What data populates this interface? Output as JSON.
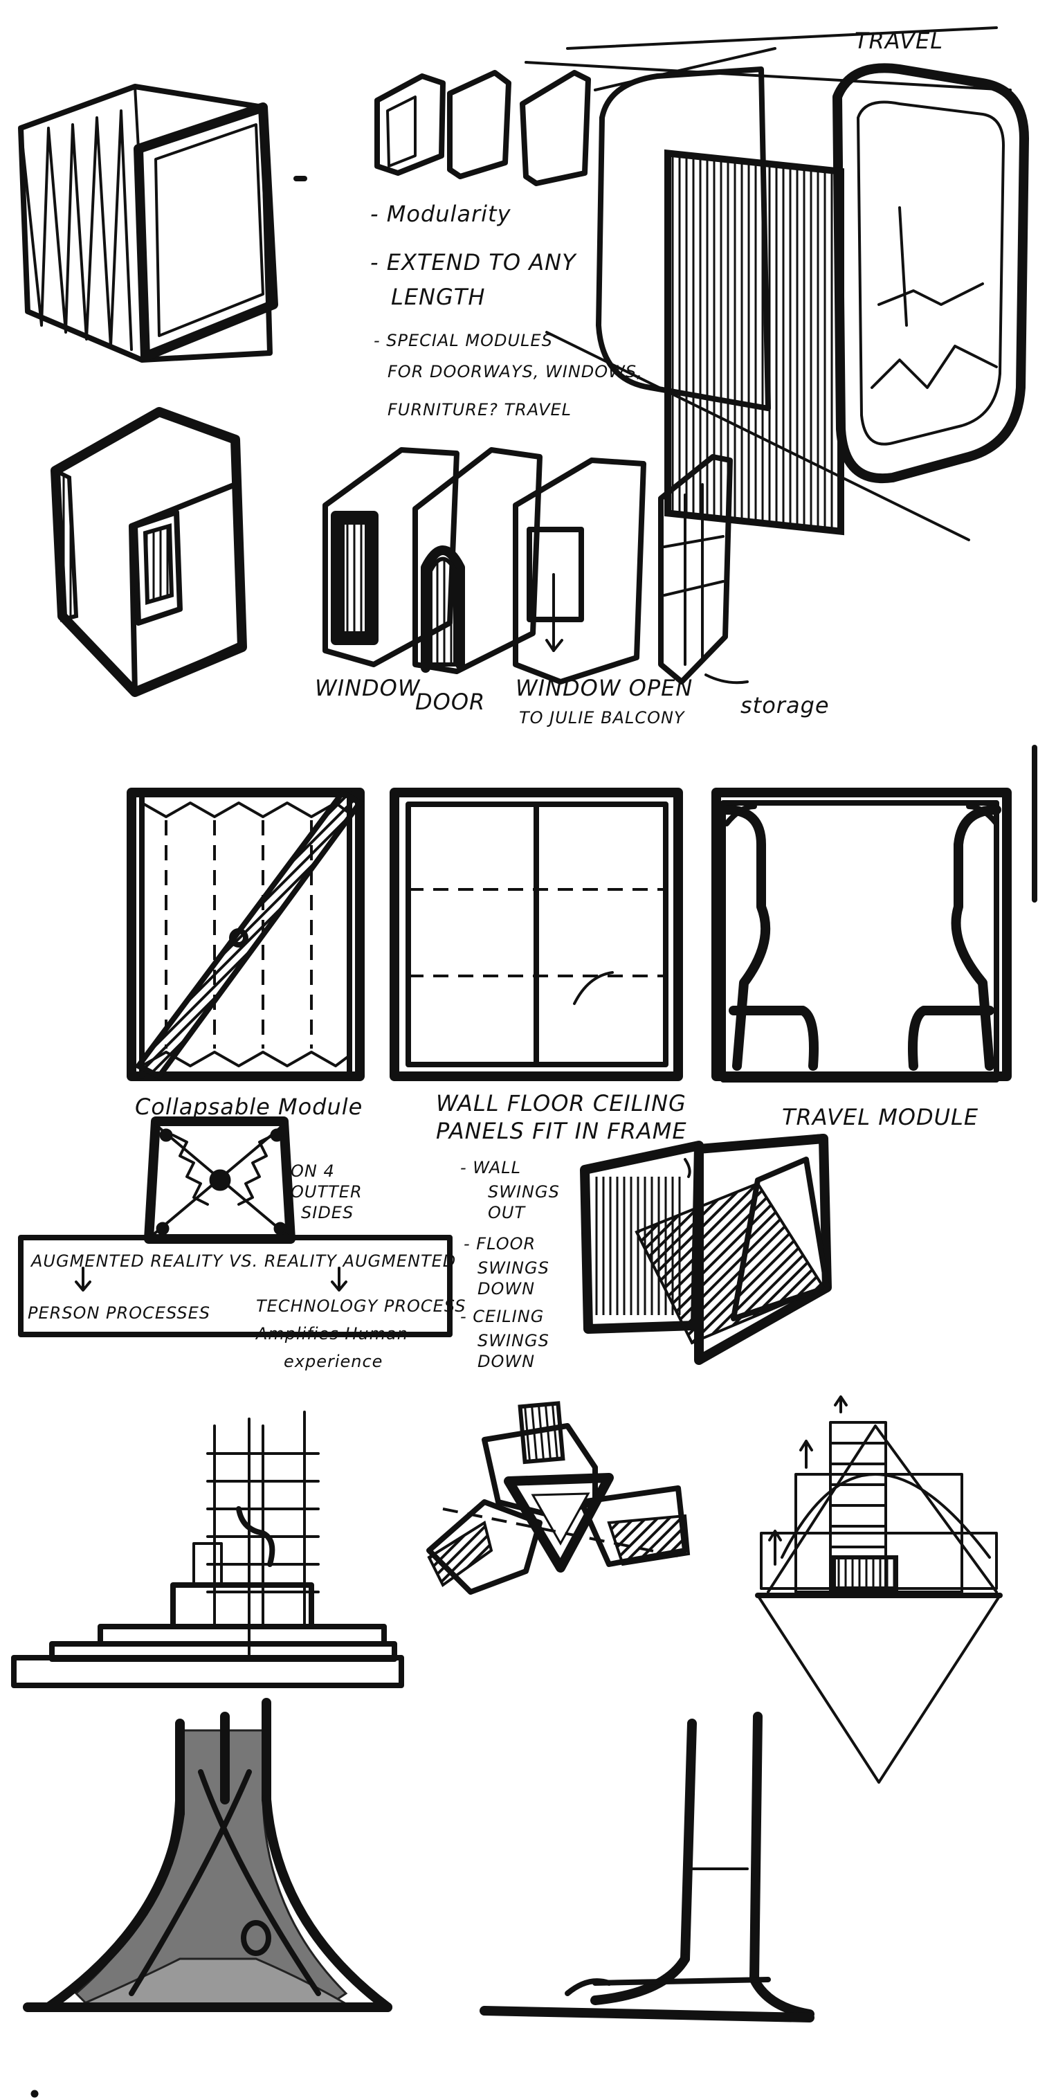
{
  "notes": {
    "travel_title": "TRAVEL",
    "modularity": "- Modularity",
    "extend_1": "- EXTEND TO ANY",
    "extend_2": "LENGTH",
    "special_1": "- SPECIAL MODULES",
    "special_2": "FOR DOORWAYS, WINDOWS,",
    "special_3": "FURNITURE? TRAVEL"
  },
  "module_labels": {
    "window": "WINDOW",
    "door": "DOOR",
    "window_open_1": "WINDOW OPEN",
    "window_open_2": "TO JULIE BALCONY",
    "storage": "storage"
  },
  "panel_labels": {
    "collapsable": "Collapsable Module",
    "wall_floor_1": "WALL FLOOR CEILING",
    "wall_floor_2": "PANELS FIT IN FRAME",
    "travel_module": "TRAVEL MODULE"
  },
  "hinge_note": {
    "line1": "ON 4",
    "line2": "OUTTER",
    "line3": "SIDES"
  },
  "swing_notes": {
    "wall_1": "- WALL",
    "wall_2": "SWINGS",
    "wall_3": "OUT",
    "floor_1": "- FLOOR",
    "floor_2": "SWINGS",
    "floor_3": "DOWN",
    "ceiling_1": "- CEILING",
    "ceiling_2": "SWINGS",
    "ceiling_3": "DOWN"
  },
  "ar_box": {
    "heading": "AUGMENTED REALITY VS. REALITY AUGMENTED",
    "left": "PERSON PROCESSES",
    "right_1": "TECHNOLOGY PROCESS",
    "right_2": "Amplifies Human",
    "right_3": "experience"
  }
}
